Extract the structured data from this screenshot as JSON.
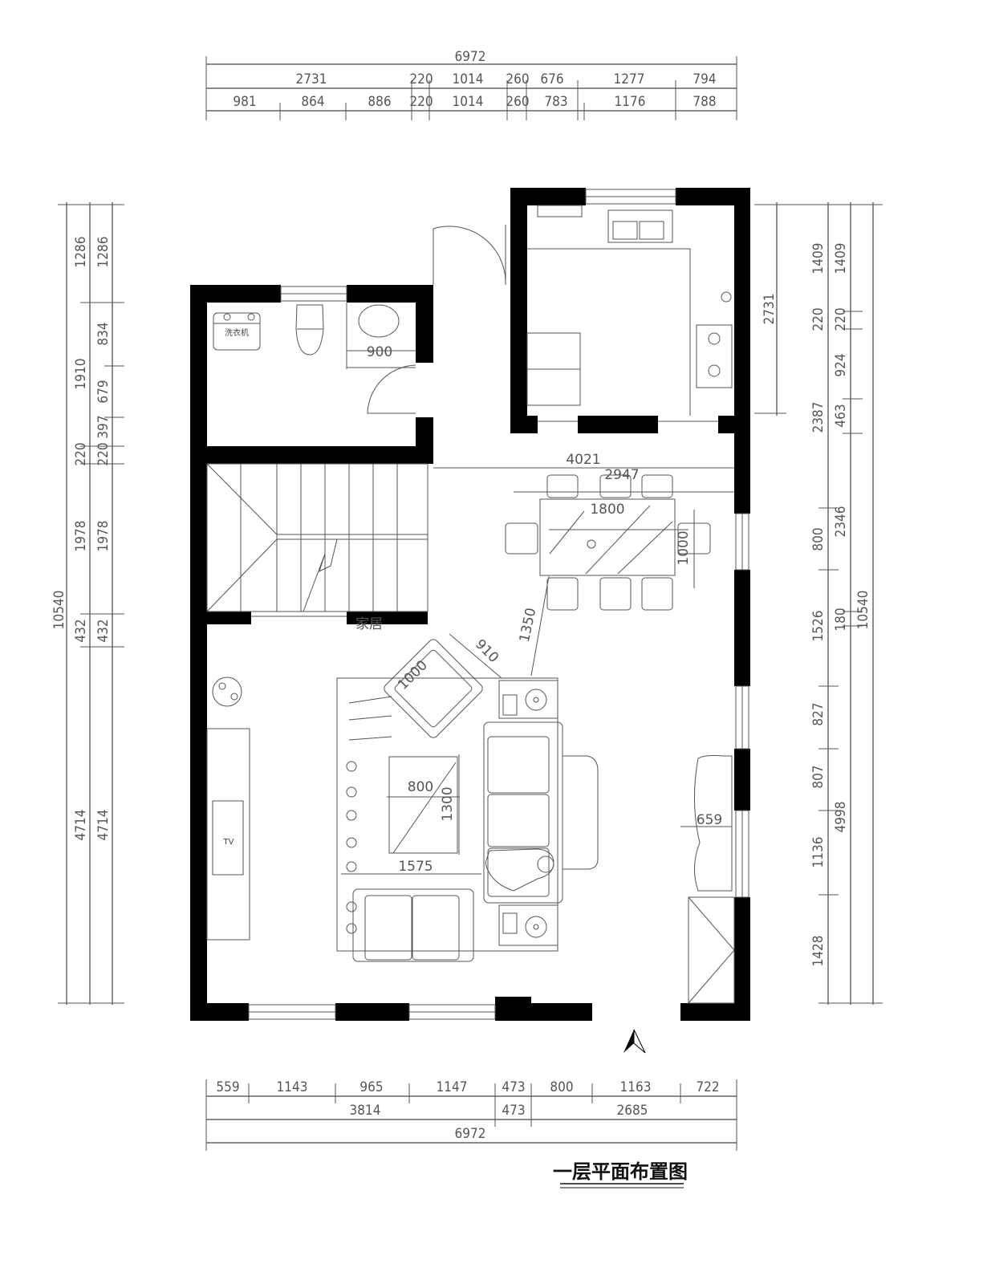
{
  "title": "一层平面布置图",
  "watermark": "家居",
  "dimensions": {
    "top": {
      "total": "6972",
      "row2": [
        "2731",
        "220",
        "1014",
        "260",
        "676",
        "1277",
        "794"
      ],
      "row3": [
        "981",
        "864",
        "886",
        "220",
        "1014",
        "260",
        "783",
        "1176",
        "788"
      ]
    },
    "left": {
      "total": "10540",
      "col2": [
        "1286",
        "1910",
        "220",
        "1978",
        "432",
        "4714"
      ],
      "col3": [
        "1286",
        "834",
        "679",
        "397",
        "220",
        "1978",
        "432",
        "4714"
      ]
    },
    "right": {
      "col1": [
        "1409",
        "220",
        "2387",
        "800",
        "1526",
        "827",
        "807",
        "1136",
        "1428"
      ],
      "col2": [
        "1409",
        "220",
        "924",
        "463",
        "2346",
        "180",
        "4998"
      ],
      "total": "10540"
    },
    "bottom": {
      "row1": [
        "559",
        "1143",
        "965",
        "1147",
        "473",
        "800",
        "1163",
        "722"
      ],
      "row2": [
        "3814",
        "473",
        "2685"
      ],
      "total": "6972"
    }
  },
  "interior": {
    "vanity_width": "900",
    "washer_label": "洗衣机",
    "dining_span": "4021",
    "dining_inner": "2947",
    "table_length": "1800",
    "table_width": "1000",
    "passage": "1350",
    "armchair_depth": "910",
    "armchair_width": "1000",
    "coffee_table_width": "800",
    "coffee_table_length": "1300",
    "sofa_gap": "1575",
    "cabinet_depth": "659",
    "tv_label": "TV"
  }
}
